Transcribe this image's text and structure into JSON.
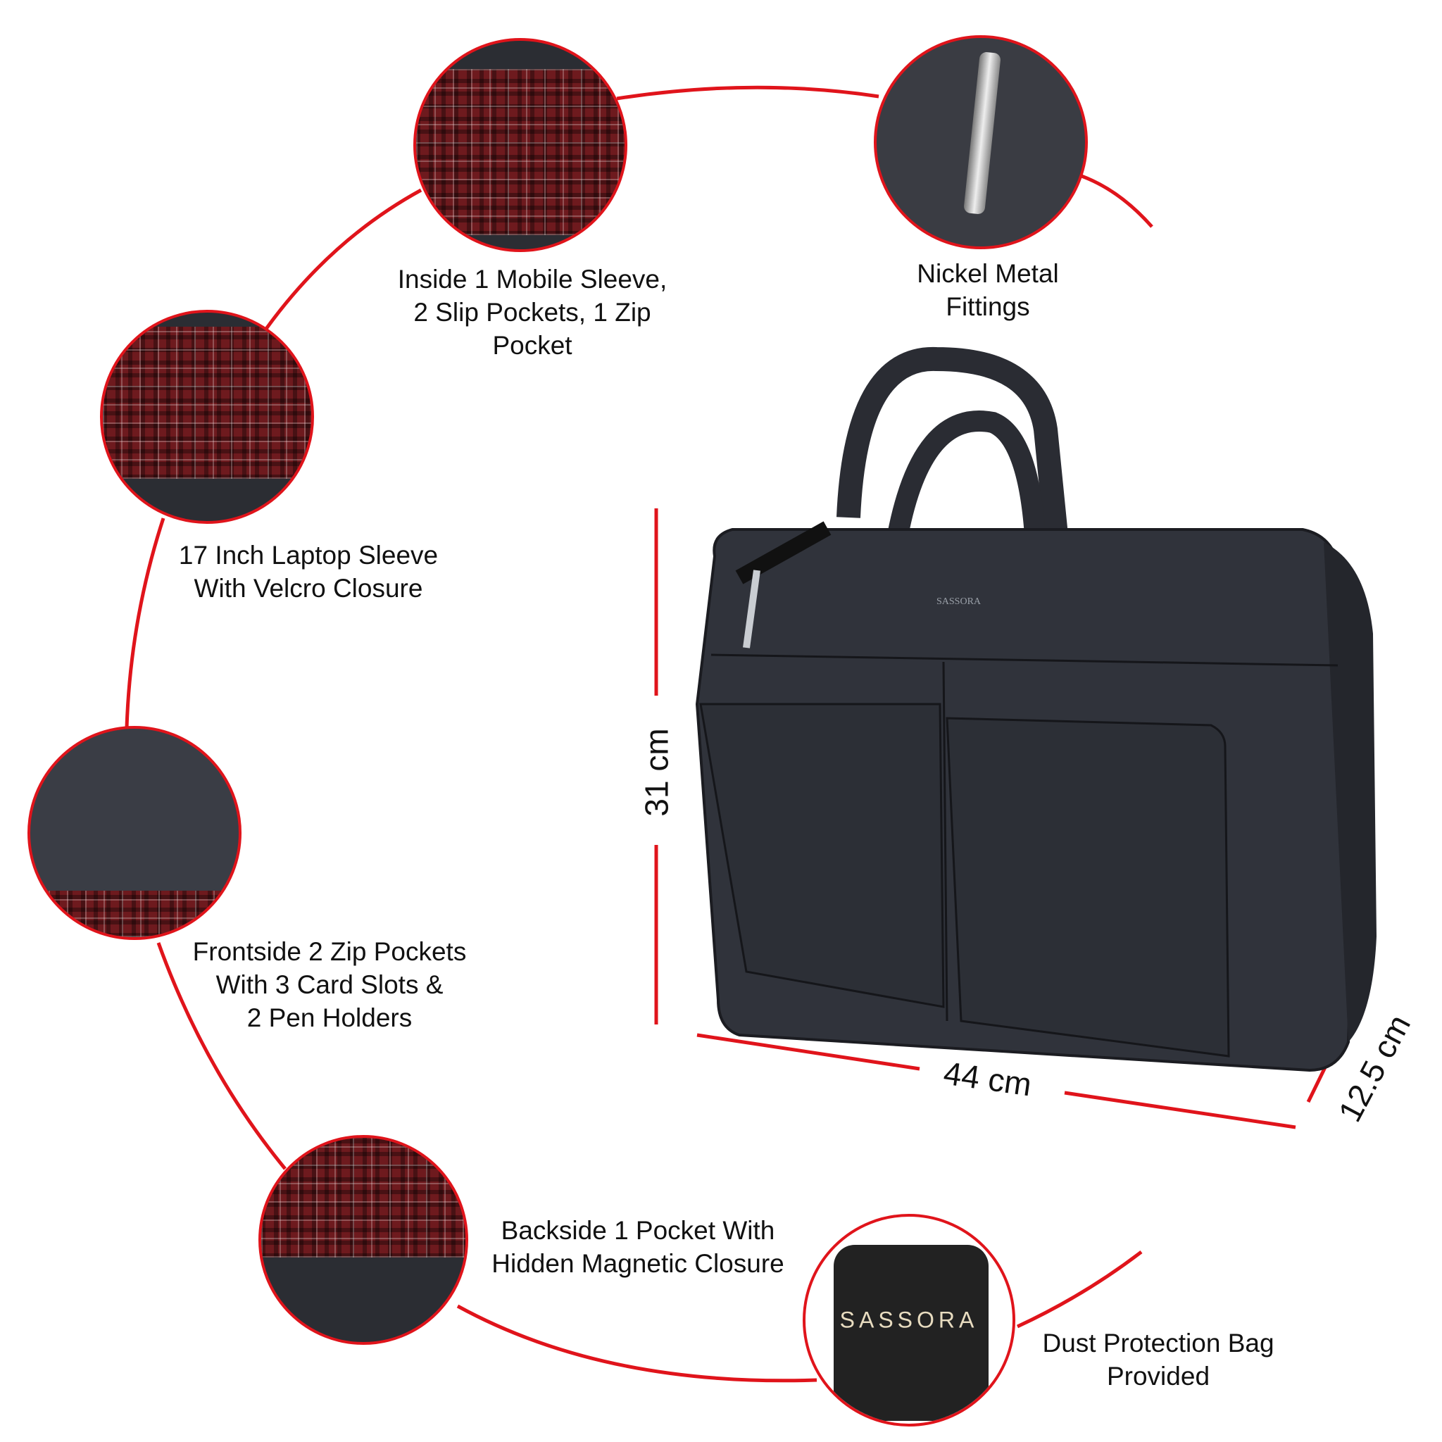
{
  "brand": "SASSORA",
  "accent_color": "#e0141b",
  "features": [
    {
      "id": "inside-pockets",
      "caption": [
        "Inside 1 Mobile Sleeve,",
        "2 Slip Pockets, 1 Zip",
        "Pocket"
      ]
    },
    {
      "id": "nickel-fittings",
      "caption": [
        "Nickel Metal",
        "Fittings"
      ]
    },
    {
      "id": "laptop-sleeve",
      "caption": [
        "17 Inch Laptop Sleeve",
        "With Velcro Closure"
      ]
    },
    {
      "id": "front-pockets",
      "caption": [
        "Frontside 2 Zip Pockets",
        "With 3 Card Slots &",
        "2 Pen Holders"
      ]
    },
    {
      "id": "back-pocket",
      "caption": [
        "Backside 1 Pocket With",
        "Hidden Magnetic Closure"
      ]
    },
    {
      "id": "dust-bag",
      "caption": [
        "Dust Protection Bag",
        "Provided"
      ]
    }
  ],
  "dimensions": {
    "height": "31 cm",
    "width": "44 cm",
    "depth": "12.5 cm"
  }
}
